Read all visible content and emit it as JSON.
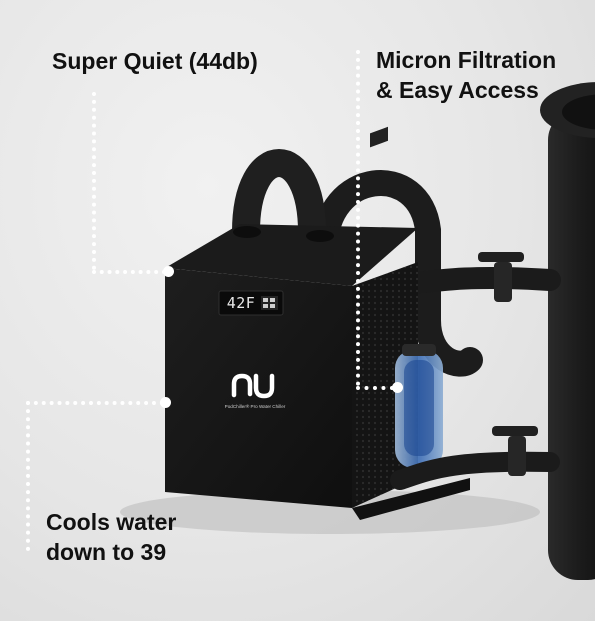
{
  "callouts": {
    "quiet": "Super Quiet (44db)",
    "filtration_line1": "Micron Filtration",
    "filtration_line2": "& Easy Access",
    "cools_line1": "Cools water",
    "cools_line2": "down to 39"
  },
  "device": {
    "display_reading": "42F",
    "brand_text": "PodChiller® Pro Water Chiller"
  },
  "colors": {
    "background": "#e4e4e4",
    "device_body": "#161616",
    "callout_text": "#111111",
    "leader_dots": "#ffffff"
  }
}
